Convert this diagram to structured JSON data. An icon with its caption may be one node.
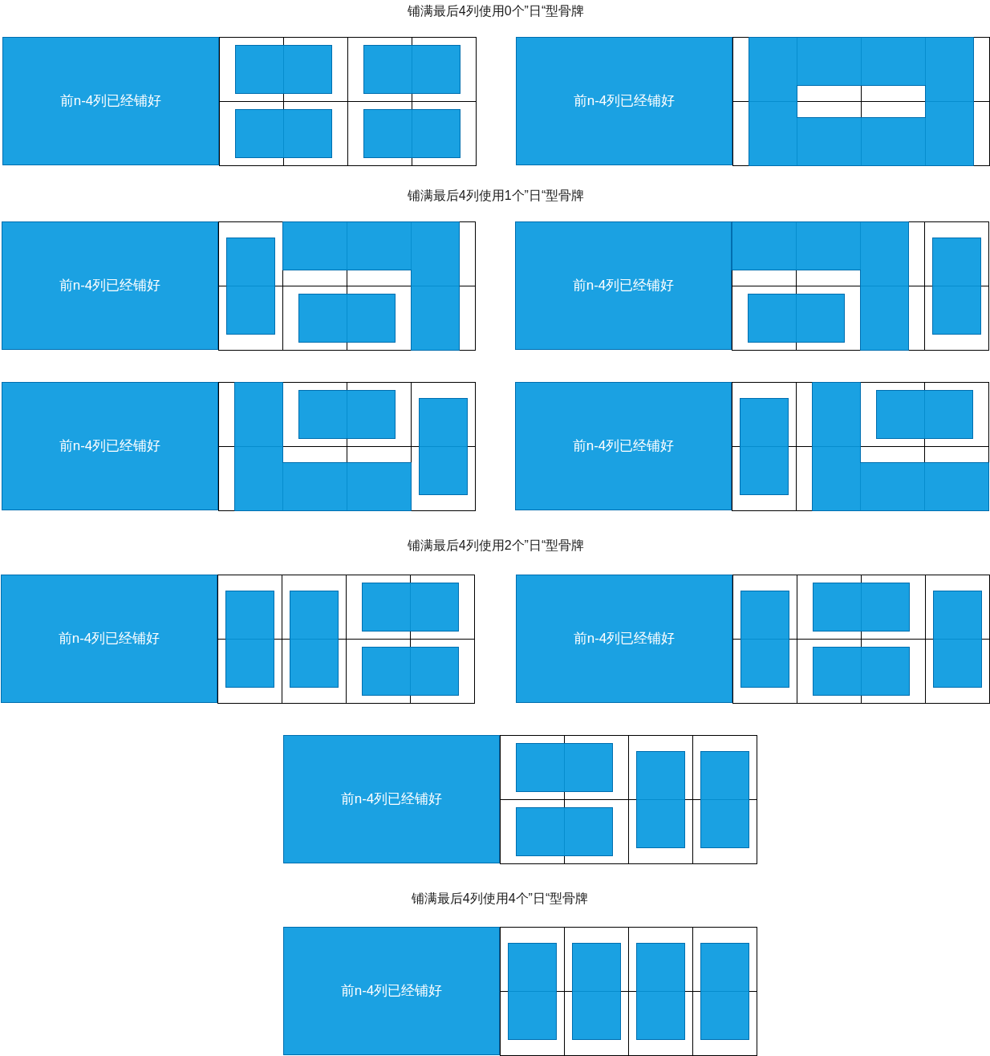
{
  "diagram": {
    "nodes": [
      {
        "text": [
          "前n-4列已经铺好"
        ]
      },
      {
        "text": [],
        "shape": "grid"
      },
      {
        "text": [],
        "shape": "box",
        "in": 1
      },
      {
        "text": [],
        "shape": "box",
        "in": 1
      },
      {
        "text": [],
        "shape": "box",
        "in": 1
      },
      {
        "text": [],
        "shape": "box",
        "in": 1
      },
      {
        "text": [
          "前n-4列已经铺好"
        ]
      },
      {
        "text": [],
        "shape": "grid"
      },
      {
        "text": [],
        "shape": "ring",
        "in": 7
      },
      {
        "text": [
          "前n-4列已经铺好"
        ]
      },
      {
        "text": [],
        "shape": "grid"
      },
      {
        "text": [],
        "shape": "box",
        "in": 10
      },
      {
        "text": [],
        "shape": "polygon",
        "in": 10
      },
      {
        "text": [],
        "shape": "box",
        "in": 10
      },
      {
        "text": [
          "前n-4列已经铺好"
        ]
      },
      {
        "text": [],
        "shape": "grid"
      },
      {
        "text": [],
        "shape": "polygon",
        "in": 15
      },
      {
        "text": [],
        "shape": "box",
        "in": 15
      },
      {
        "text": [],
        "shape": "box",
        "in": 15
      },
      {
        "text": [
          "前n-4列已经铺好"
        ]
      },
      {
        "text": [],
        "shape": "grid"
      },
      {
        "text": [],
        "shape": "polygon",
        "in": 20
      },
      {
        "text": [],
        "shape": "box",
        "in": 20
      },
      {
        "text": [],
        "shape": "box",
        "in": 20
      },
      {
        "text": [
          "前n-4列已经铺好"
        ]
      },
      {
        "text": [],
        "shape": "grid"
      },
      {
        "text": [],
        "shape": "box",
        "in": 25
      },
      {
        "text": [],
        "shape": "polygon",
        "in": 25
      },
      {
        "text": [],
        "shape": "box",
        "in": 25
      },
      {
        "text": [
          "前n-4列已经铺好"
        ]
      },
      {
        "text": [],
        "shape": "grid"
      },
      {
        "text": [],
        "shape": "box",
        "in": 30
      },
      {
        "text": [],
        "shape": "box",
        "in": 30
      },
      {
        "text": [],
        "shape": "box",
        "in": 30
      },
      {
        "text": [],
        "shape": "box",
        "in": 30
      },
      {
        "text": [
          "前n-4列已经铺好"
        ]
      },
      {
        "text": [],
        "shape": "grid"
      },
      {
        "text": [],
        "shape": "box",
        "in": 36
      },
      {
        "text": [],
        "shape": "box",
        "in": 36
      },
      {
        "text": [],
        "shape": "box",
        "in": 36
      },
      {
        "text": [],
        "shape": "box",
        "in": 36
      },
      {
        "text": [
          "前n-4列已经铺好"
        ]
      },
      {
        "text": [],
        "shape": "grid"
      },
      {
        "text": [],
        "shape": "box",
        "in": 42
      },
      {
        "text": [],
        "shape": "box",
        "in": 42
      },
      {
        "text": [],
        "shape": "box",
        "in": 42
      },
      {
        "text": [],
        "shape": "box",
        "in": 42
      },
      {
        "text": [
          "前n-4列已经铺好"
        ]
      },
      {
        "text": [],
        "shape": "grid"
      },
      {
        "text": [],
        "shape": "box",
        "in": 48
      },
      {
        "text": [],
        "shape": "box",
        "in": 48
      },
      {
        "text": [],
        "shape": "box",
        "in": 48
      },
      {
        "text": [],
        "shape": "box",
        "in": 48
      }
    ],
    "labels": [
      "铺满最后4列使用0个”日“型骨牌",
      "铺满最后4列使用1个”日“型骨牌",
      "铺满最后4列使用2个”日“型骨牌",
      "铺满最后4列使用4个”日“型骨牌"
    ]
  }
}
